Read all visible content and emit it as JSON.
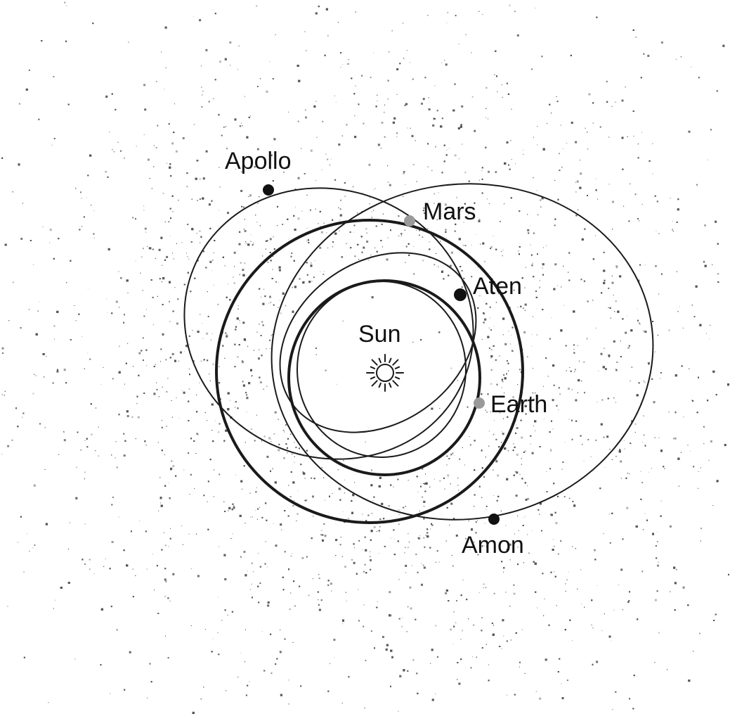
{
  "labels": {
    "apollo": "Apollo",
    "mars": "Mars",
    "aten": "Aten",
    "sun": "Sun",
    "earth": "Earth",
    "amon": "Amon"
  },
  "colors": {
    "background": "#ffffff",
    "ink": "#1a1a1a",
    "asteroid_dot": "#555555",
    "planet_marker": "#9a9a9a",
    "asteroid_marker": "#111111"
  },
  "icons": {
    "sun": "sun-icon"
  }
}
